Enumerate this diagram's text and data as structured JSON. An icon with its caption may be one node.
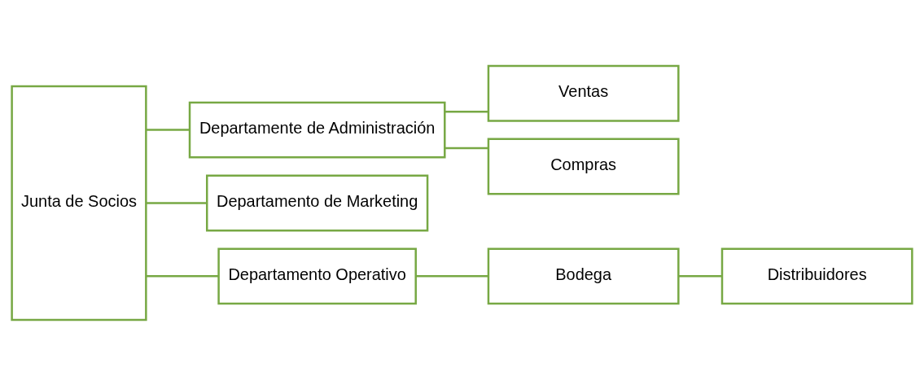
{
  "diagram": {
    "nodes": [
      {
        "text": [
          "Junta de Socios"
        ]
      },
      {
        "text": [
          "Departamente de Administración"
        ]
      },
      {
        "text": [
          "Departamento de Marketing"
        ]
      },
      {
        "text": [
          "Departamento Operativo"
        ]
      },
      {
        "text": [
          "Ventas"
        ]
      },
      {
        "text": [
          "Compras"
        ]
      },
      {
        "text": [
          "Bodega"
        ]
      },
      {
        "text": [
          "Distribuidores"
        ]
      }
    ],
    "edges": [
      {
        "from": 0,
        "to": 1,
        "arrow": "none"
      },
      {
        "from": 0,
        "to": 2,
        "arrow": "none"
      },
      {
        "from": 0,
        "to": 3,
        "arrow": "none"
      },
      {
        "from": 1,
        "to": 4,
        "arrow": "none"
      },
      {
        "from": 1,
        "to": 5,
        "arrow": "none"
      },
      {
        "from": 3,
        "to": 6,
        "arrow": "none"
      },
      {
        "from": 6,
        "to": 7,
        "arrow": "none"
      }
    ]
  }
}
